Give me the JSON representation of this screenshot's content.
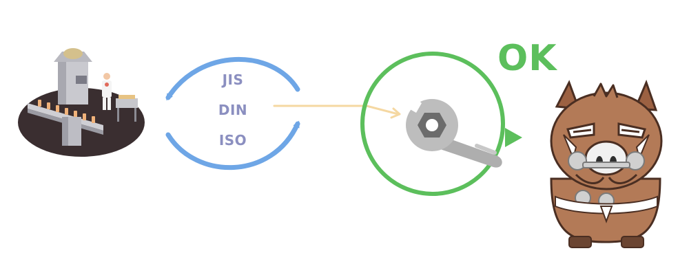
{
  "standards": [
    "JIS",
    "DIN",
    "ISO"
  ],
  "result_label": "OK",
  "colors": {
    "cycle_arrows": "#6ea6e6",
    "nut_arrow": "#f5d8a2",
    "check_circle": "#5cbf5c",
    "label_text": "#8b8fc0",
    "wrench": "#a9a9a9",
    "boar_fur": "#b37a57",
    "floor": "#3a2e30"
  },
  "icons": {
    "factory": "factory-production-line-illustration",
    "wrench": "wrench-and-nut-icon",
    "mascot": "boar-mascot-holding-wrenches"
  }
}
